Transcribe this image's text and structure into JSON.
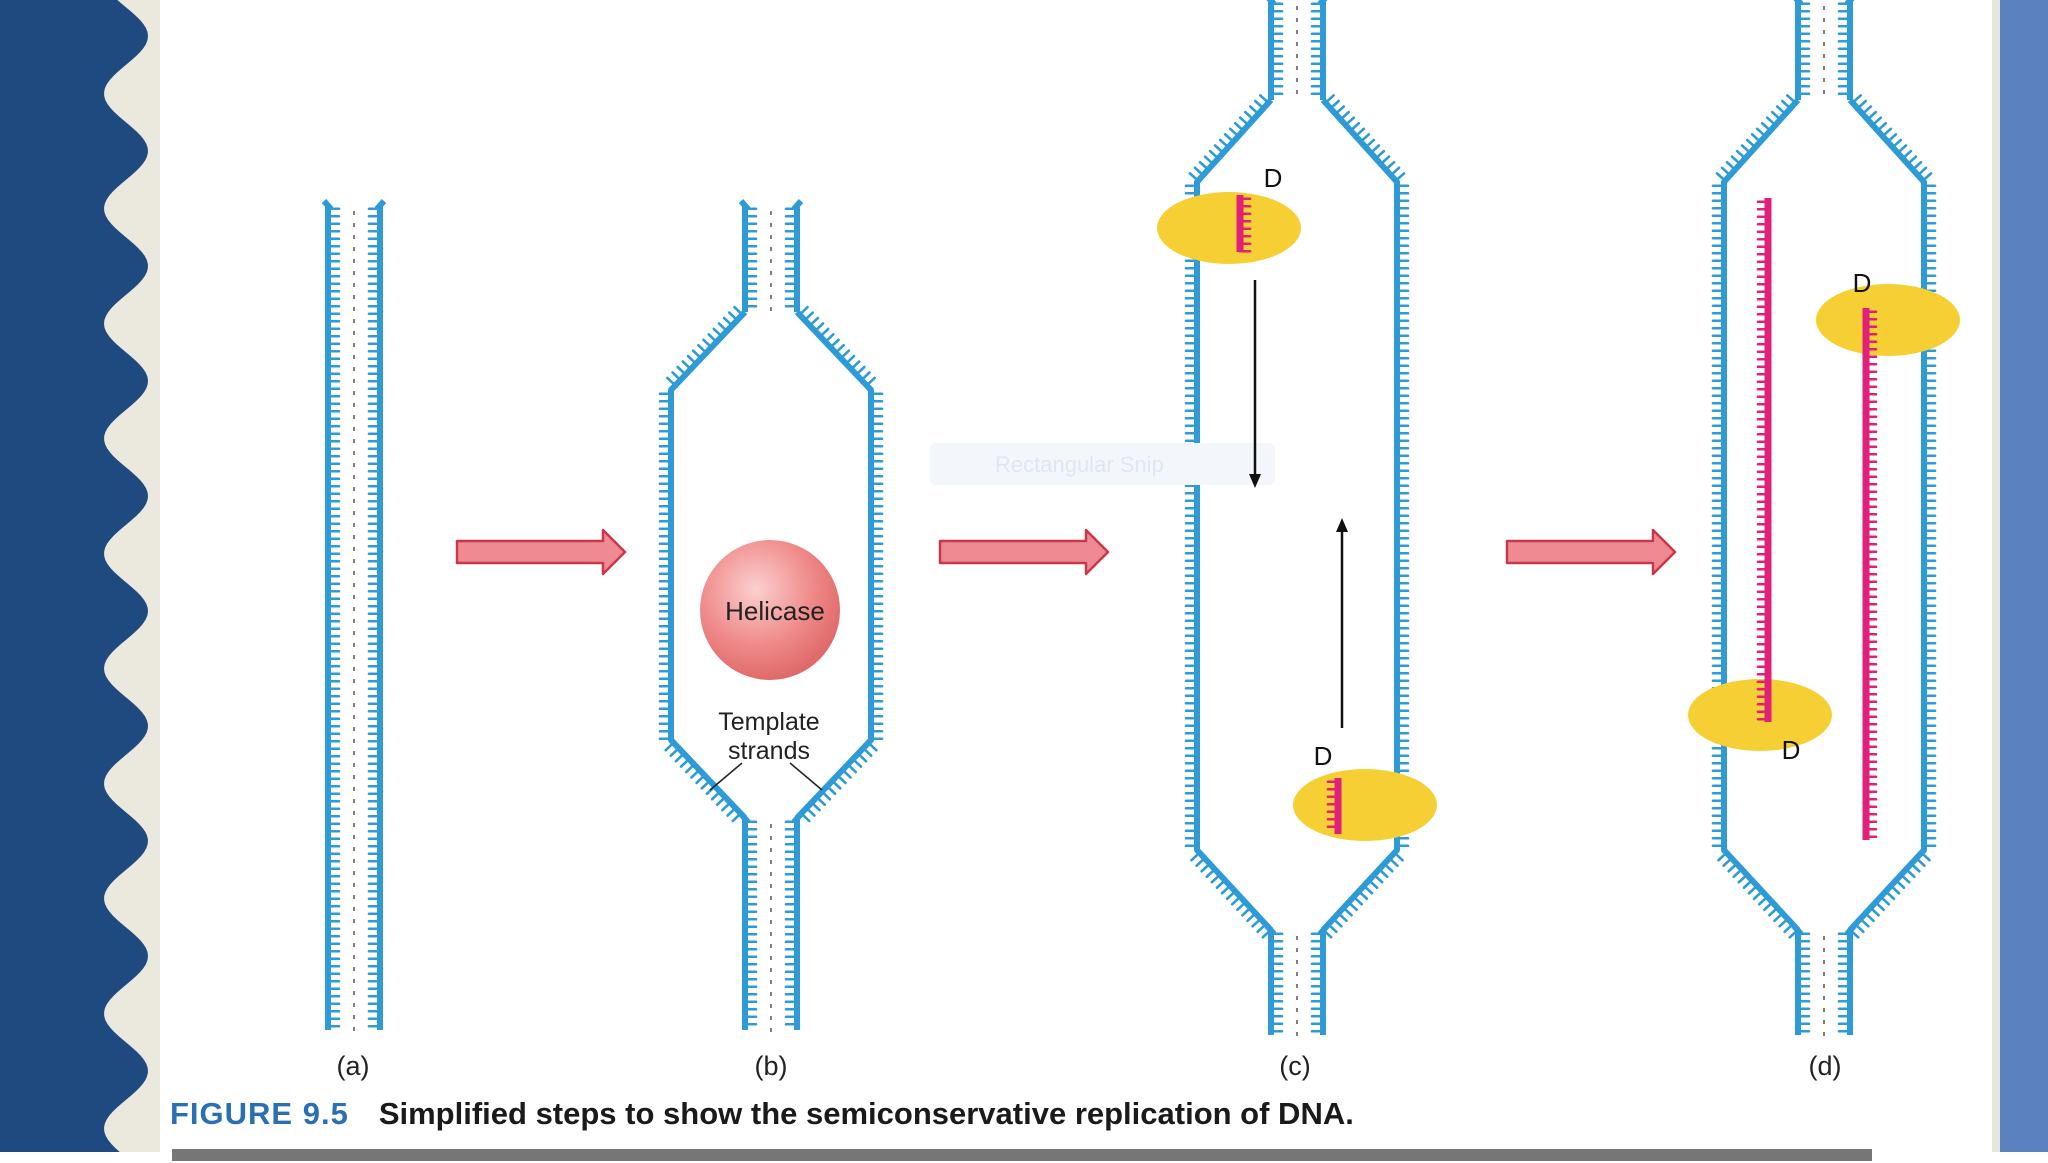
{
  "slide": {
    "left_band_color": "#1f4a80",
    "left_band_background": "#ebe8de",
    "right_band_color": "#5b82bf"
  },
  "figure": {
    "panel_labels": [
      "(a)",
      "(b)",
      "(c)",
      "(d)"
    ],
    "helicase_label": "Helicase",
    "template_label_line1": "Template",
    "template_label_line2": "strands",
    "polymerase_label": "D",
    "watermark_text": "Rectangular Snip",
    "caption_number": "FIGURE 9.5",
    "caption_text": "Simplified steps to show the semiconservative replication of DNA.",
    "colors": {
      "parental_strand": "#2e9bd6",
      "daughter_strand": "#e0217a",
      "polymerase": "#f6cf34",
      "helicase": "#f08c8c",
      "arrow_fill": "#f08a92",
      "arrow_stroke": "#c8384b"
    }
  }
}
